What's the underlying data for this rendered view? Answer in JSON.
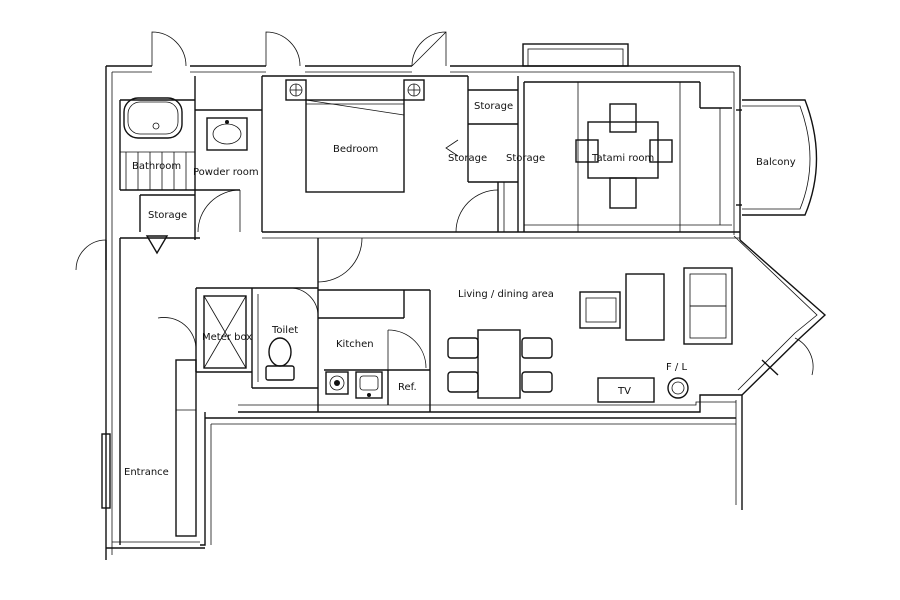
{
  "rooms": {
    "bathroom": "Bathroom",
    "powder_room": "Powder room",
    "bedroom": "Bedroom",
    "storage_1": "Storage",
    "storage_2": "Storage",
    "storage_3": "Storage",
    "storage_4": "Storage",
    "tatami_room": "Tatami room",
    "balcony": "Balcony",
    "living_dining": "Living / dining area",
    "meter_box": "Meter box",
    "toilet": "Toilet",
    "kitchen": "Kitchen",
    "refrigerator": "Ref.",
    "tv": "TV",
    "fl": "F / L",
    "entrance": "Entrance"
  }
}
